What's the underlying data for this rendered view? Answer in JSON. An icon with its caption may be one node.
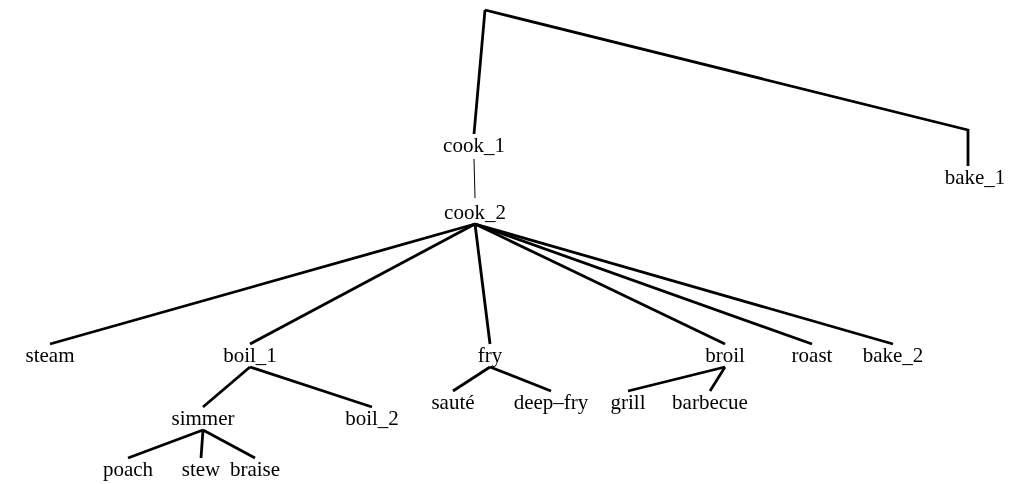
{
  "diagram": {
    "nodes": [
      {
        "text": [
          "cook_1"
        ]
      },
      {
        "text": [
          "bake_1"
        ]
      },
      {
        "text": [
          "cook_2"
        ]
      },
      {
        "text": [
          "steam"
        ]
      },
      {
        "text": [
          "boil_1"
        ]
      },
      {
        "text": [
          "fry"
        ]
      },
      {
        "text": [
          "broil"
        ]
      },
      {
        "text": [
          "roast"
        ]
      },
      {
        "text": [
          "bake_2"
        ]
      },
      {
        "text": [
          "sauté"
        ]
      },
      {
        "text": [
          "deep–fry"
        ]
      },
      {
        "text": [
          "grill"
        ]
      },
      {
        "text": [
          "barbecue"
        ]
      },
      {
        "text": [
          "simmer"
        ]
      },
      {
        "text": [
          "boil_2"
        ]
      },
      {
        "text": [
          "poach"
        ]
      },
      {
        "text": [
          "stew"
        ]
      },
      {
        "text": [
          "braise"
        ]
      }
    ],
    "edges": [
      {
        "from": null,
        "to": 0,
        "arrow": "none"
      },
      {
        "from": null,
        "to": 1,
        "arrow": "none"
      },
      {
        "from": 0,
        "to": 2,
        "arrow": "none"
      },
      {
        "from": 2,
        "to": 3,
        "arrow": "none"
      },
      {
        "from": 2,
        "to": 4,
        "arrow": "none"
      },
      {
        "from": 2,
        "to": 5,
        "arrow": "none"
      },
      {
        "from": 2,
        "to": 6,
        "arrow": "none"
      },
      {
        "from": 2,
        "to": 7,
        "arrow": "none"
      },
      {
        "from": 2,
        "to": 8,
        "arrow": "none"
      },
      {
        "from": 4,
        "to": 13,
        "arrow": "none"
      },
      {
        "from": 4,
        "to": 14,
        "arrow": "none"
      },
      {
        "from": 5,
        "to": 9,
        "arrow": "none"
      },
      {
        "from": 5,
        "to": 10,
        "arrow": "none"
      },
      {
        "from": 6,
        "to": 11,
        "arrow": "none"
      },
      {
        "from": 6,
        "to": 12,
        "arrow": "none"
      },
      {
        "from": 13,
        "to": 15,
        "arrow": "none"
      },
      {
        "from": 13,
        "to": 16,
        "arrow": "none"
      },
      {
        "from": 13,
        "to": 17,
        "arrow": "none"
      }
    ]
  }
}
